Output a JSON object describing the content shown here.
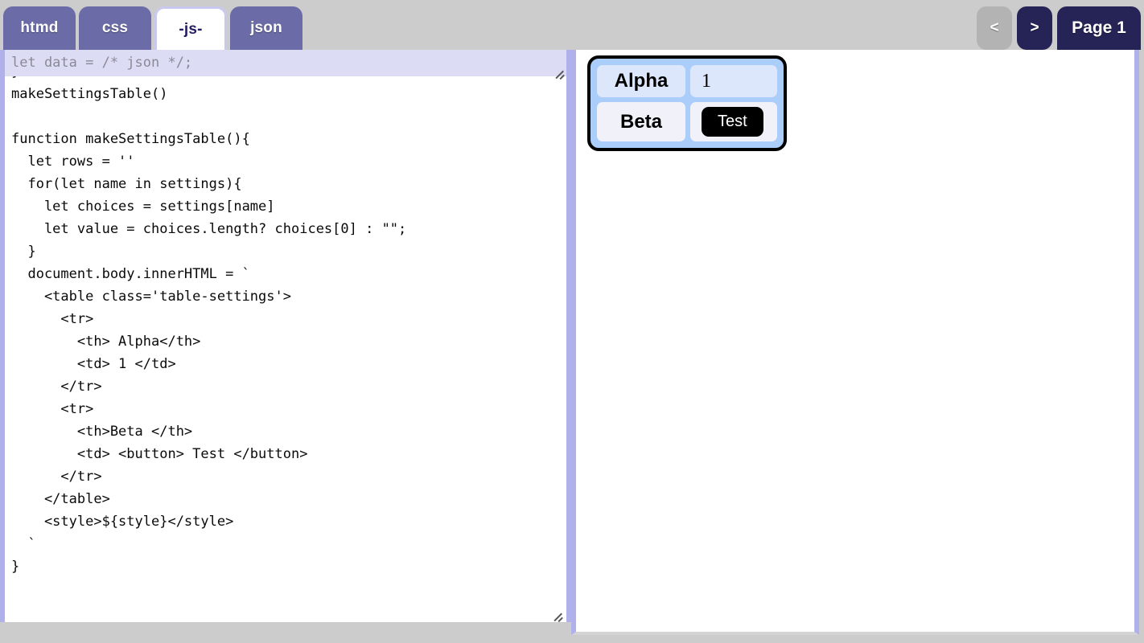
{
  "toolbar": {
    "tabs": [
      {
        "label": "htmd",
        "active": false
      },
      {
        "label": "css",
        "active": false
      },
      {
        "label": "-js-",
        "active": true
      },
      {
        "label": "json",
        "active": false
      }
    ],
    "nav": {
      "prev_label": "<",
      "next_label": ">",
      "page_label": "Page 1"
    }
  },
  "editor": {
    "json_overlay_value": "let data = /* json */;",
    "code": "  'beta' : words('a b c d e')\n}\nmakeSettingsTable()\n\nfunction makeSettingsTable(){\n  let rows = ''\n  for(let name in settings){\n    let choices = settings[name]\n    let value = choices.length? choices[0] : \"\";\n  }\n  document.body.innerHTML = `\n    <table class='table-settings'>\n      <tr>\n        <th> Alpha</th>\n        <td> 1 </td>\n      </tr>\n      <tr>\n        <th>Beta </th>\n        <td> <button> Test </button>\n      </tr>\n    </table>\n    <style>${style}</style>\n  `\n}"
  },
  "preview": {
    "table": {
      "rows": [
        {
          "header": "Alpha",
          "value": "1",
          "is_button": false
        },
        {
          "header": "Beta",
          "value": "Test",
          "is_button": true
        }
      ]
    }
  },
  "colors": {
    "toolbar_bg": "#cccccc",
    "tab_inactive": "#6b6ba8",
    "tab_active_bg": "#ffffff",
    "tab_active_text": "#231c63",
    "nav_active": "#262356",
    "nav_disabled": "#b3b3b3",
    "pane_border": "#b0b0ea",
    "overlay_bg": "#dcdcf5",
    "table_outer": "#aacdfa",
    "table_cell_row1": "#dde7fc",
    "table_cell_row2": "#f1f1f9",
    "button_bg": "#000000"
  }
}
